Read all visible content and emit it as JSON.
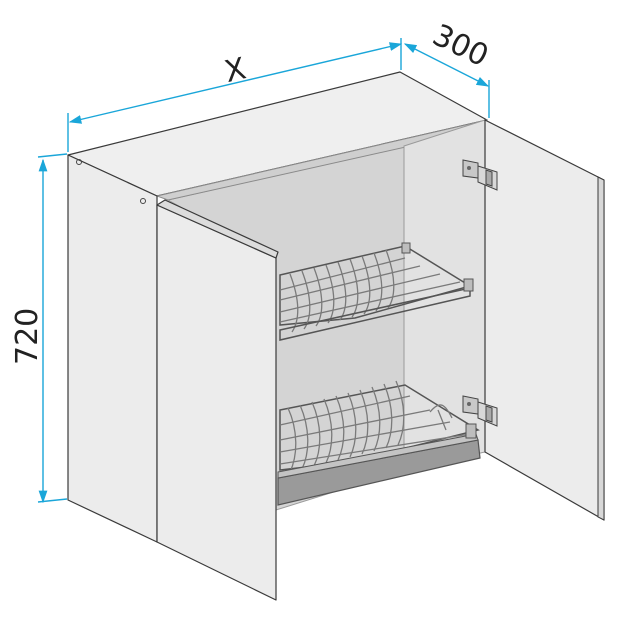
{
  "dimensions": {
    "width_label": "X",
    "depth_label": "300",
    "height_label": "720"
  },
  "colors": {
    "dimension_line": "#1aa6d9",
    "panel_face": "#ececec",
    "panel_edge": "#3a3a3a",
    "interior_back": "#d3d3d3",
    "top_panel": "#efefef",
    "rack_wire": "#7a7a7a",
    "drip_tray": "#9a9a9a"
  }
}
